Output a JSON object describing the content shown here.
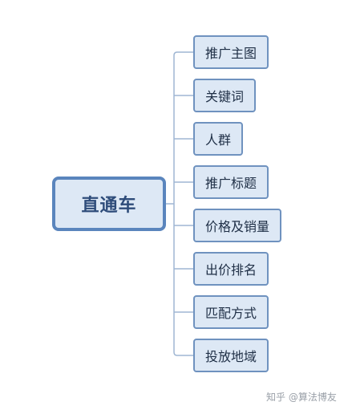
{
  "diagram": {
    "root": {
      "label": "直通车"
    },
    "branches": [
      {
        "label": "推广主图"
      },
      {
        "label": "关键词"
      },
      {
        "label": "人群"
      },
      {
        "label": "推广标题"
      },
      {
        "label": "价格及销量"
      },
      {
        "label": "出价排名"
      },
      {
        "label": "匹配方式"
      },
      {
        "label": "投放地域"
      }
    ]
  },
  "watermark": {
    "text": "知乎 @算法博友"
  },
  "colors": {
    "node_fill": "#dde8f5",
    "node_border": "#6f92bf",
    "root_border": "#5a85bd",
    "connector": "#9fb6d3"
  }
}
